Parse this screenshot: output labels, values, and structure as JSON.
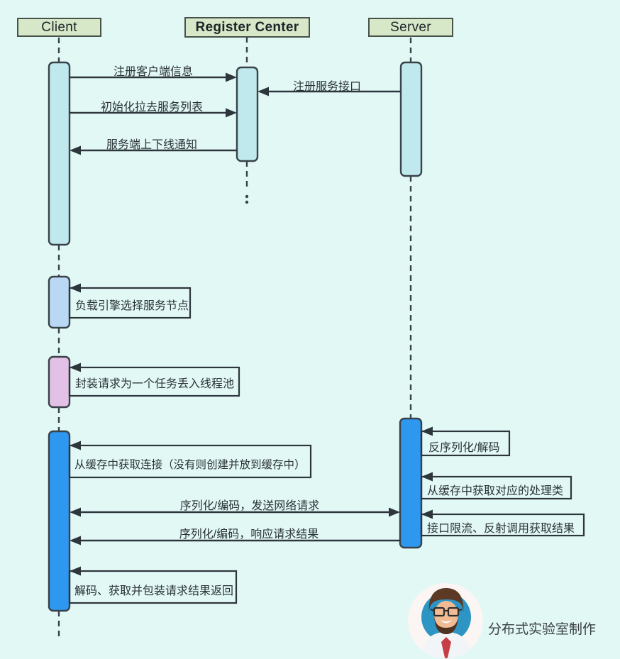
{
  "diagram": {
    "kind": "uml-sequence-diagram",
    "background_color": "#e2f8f5",
    "actors": [
      {
        "id": "client",
        "label": "Client"
      },
      {
        "id": "register-center",
        "label": "Register Center"
      },
      {
        "id": "server",
        "label": "Server"
      }
    ],
    "messages": [
      {
        "label": "注册客户端信息",
        "from": "Client",
        "to": "Register Center",
        "kind": "arrow"
      },
      {
        "label": "注册服务接口",
        "from": "Server",
        "to": "Register Center",
        "kind": "arrow"
      },
      {
        "label": "初始化拉去服务列表",
        "from": "Client",
        "to": "Register Center",
        "kind": "arrow"
      },
      {
        "label": "服务端上下线通知",
        "from": "Register Center",
        "to": "Client",
        "kind": "arrow"
      },
      {
        "label": "负载引擎选择服务节点",
        "actor": "Client",
        "kind": "self-note"
      },
      {
        "label": "封装请求为一个任务丢入线程池",
        "actor": "Client",
        "kind": "self-note"
      },
      {
        "label": "反序列化/解码",
        "actor": "Server",
        "kind": "self-note"
      },
      {
        "label": "从缓存中获取连接（没有则创建并放到缓存中）",
        "actor": "Client",
        "kind": "self-note"
      },
      {
        "label": "从缓存中获取对应的处理类",
        "actor": "Server",
        "kind": "self-note"
      },
      {
        "label": "序列化/编码，发送网络请求",
        "from": "Client",
        "to": "Server",
        "kind": "arrow-bidirectional"
      },
      {
        "label": "接口限流、反射调用获取结果",
        "actor": "Server",
        "kind": "self-note"
      },
      {
        "label": "序列化/编码，响应请求结果",
        "from": "Server",
        "to": "Client",
        "kind": "arrow"
      },
      {
        "label": "解码、获取并包装请求结果返回",
        "actor": "Client",
        "kind": "self-note"
      }
    ],
    "colors": {
      "actor_fill": "#d6e8c7",
      "activation_registry_fill": "#bfe9ec",
      "activation_loadbalance_fill": "#b9d8f3",
      "activation_task_fill": "#e3c0e5",
      "activation_rpc_fill": "#2e97ef",
      "line_color": "#39424a",
      "avatar_circle": "#2d95c4"
    },
    "footer": {
      "credit": "分布式实验室制作"
    }
  }
}
